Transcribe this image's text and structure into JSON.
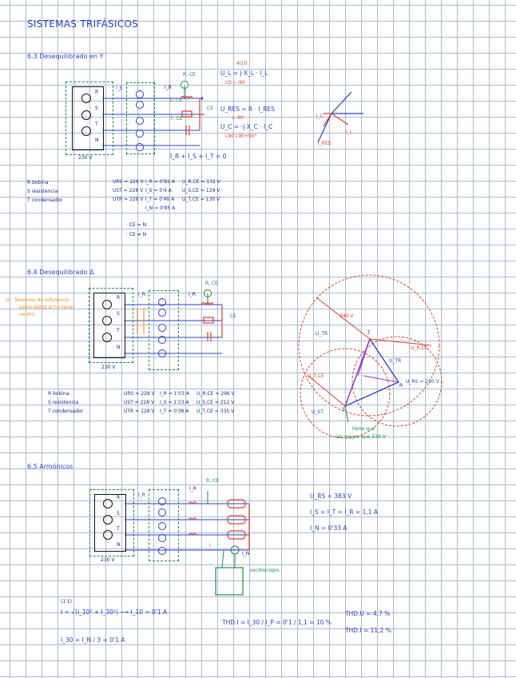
{
  "page_title": "SISTEMAS TRIFÁSICOS",
  "sec1": {
    "heading": "6.3 Desequilibrado en Y",
    "line_labels": [
      "R",
      "S",
      "T",
      "N"
    ],
    "source_voltage": "230 V",
    "current_labels": {
      "ir": "I_R",
      "ir2": "I_R",
      "ie": "I_E"
    },
    "load_labels": {
      "rlce": "R, CE",
      "lce": "L, CE",
      "tce": "T, CE",
      "ce": "CE"
    },
    "eq_vl": "U_L = j·X_L · I_L",
    "eq_vl_vals": "LO   ∟-90",
    "eq_vl_top": "4|10",
    "eq_vres": "U_RES = R · I_RES",
    "eq_vres_vals": "∟-90",
    "eq_vc": "U_C = -j·X_C · I_C",
    "eq_vc_vals": "L90   L90+90°",
    "sum": "I_R + I_S + I_T = 0",
    "legend": [
      "R bobina",
      "S resistencia",
      "T condensador"
    ],
    "col1": [
      "URS = 228 V",
      "UST = 228 V",
      "UTR = 228 V"
    ],
    "col2": [
      "I_R = 0'82 A",
      "I_S = 0'4 A",
      "I_T = 0'40 A",
      "I_N = 0'85 A"
    ],
    "col3": [
      "U_R,CE = 132 V",
      "U_S,CE = 129 V",
      "U_T,CE = 130 V"
    ],
    "notes": [
      "· CE = N",
      "· CE ≠ N"
    ],
    "phasor_labels": {
      "ic": "I_C",
      "ires": "I_RES",
      "il": "I_L"
    }
  },
  "sec2": {
    "heading": "6.4 Desequilibrado Δ",
    "note_num": "②",
    "note": [
      "Tenemos de referencia",
      "estos datos al no tener",
      "neutro"
    ],
    "line_labels": [
      "R",
      "S",
      "T",
      "N"
    ],
    "source_voltage": "230 V",
    "current_labels": {
      "ir": "I_R",
      "ir2": "I_R"
    },
    "load_labels": {
      "rce": "R, CE",
      "ce": "CE"
    },
    "legend": [
      "R bobina",
      "S resistencia",
      "T condensador"
    ],
    "col1": [
      "URS = 228 V",
      "UST = 228 V",
      "UTR = 228 V"
    ],
    "col2": [
      "I_R = 1'03 A",
      "I_S = 1'23 A",
      "I_T = 0'38 A"
    ],
    "col3": [
      "U_R,CE = 296 V",
      "U_S,CE = 212 V",
      "U_T,CE = 335 V"
    ],
    "diagram": {
      "v340": "340 V",
      "utr": "U_TR",
      "utr2": "U_TR",
      "urce": "U_R,CE",
      "urs": "U_RS ≈ 230 V",
      "ust": "U_ST",
      "utce": "U_T,CE",
      "t": "T",
      "r": "R",
      "s": "S",
      "note1": "tiene que",
      "note2": "ser mayor que 230 V"
    }
  },
  "sec3": {
    "heading": "6.5 Armónicos",
    "line_labels": [
      "R",
      "S",
      "T",
      "N"
    ],
    "source_voltage": "230 V",
    "current_labels": {
      "ir": "I_R",
      "ir2": "I_R",
      "in": "I_N",
      "i": "I"
    },
    "load_label": "R, CE",
    "scope_label": "osciloscopio.",
    "values": [
      "U_RS = 383 V",
      "I_S = I_T = I_R = 1,1 A",
      "I_N = 0'33 A"
    ],
    "eq_rms_tag": "(1'1)",
    "eq_rms": "I = √(I_10² + I_30²)  ⟶  I_10 = 0'1 A",
    "eq_i30": "I_30 = I_N / 3 = 0'1 A",
    "eq_thd_i": "THD.I = I_30 / I_P = 0'1 / 1,1 = 10 %",
    "thd_u": "THD.U = 4,7 %",
    "thd_i": "THD.I = 11,2 %"
  }
}
